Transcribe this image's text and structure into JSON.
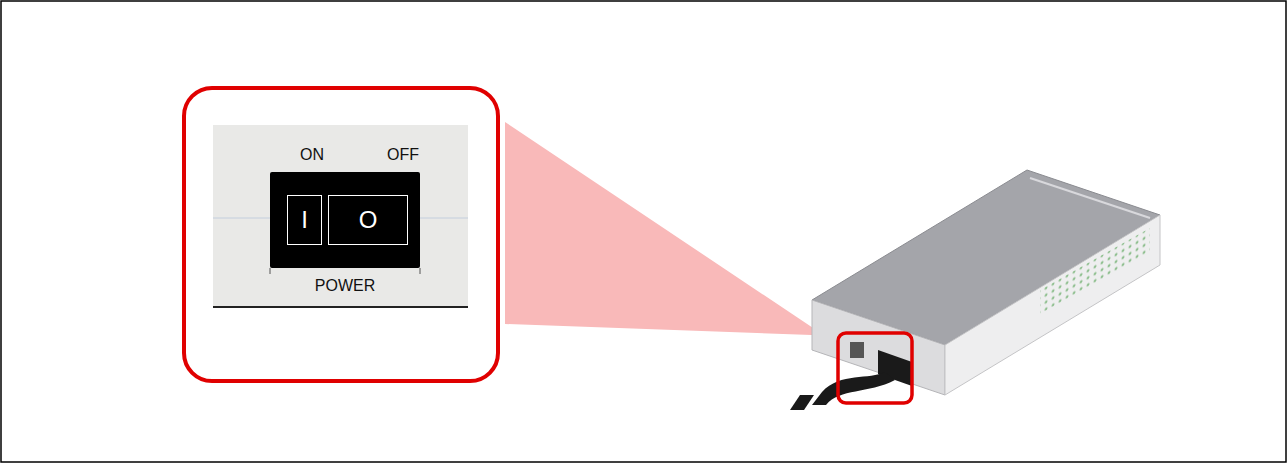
{
  "diagram": {
    "nodes": [
      {
        "text": [
          "ON",
          "OFF",
          "POWER"
        ]
      },
      {
        "text": [
          "I",
          "O"
        ],
        "in": 0
      }
    ]
  }
}
